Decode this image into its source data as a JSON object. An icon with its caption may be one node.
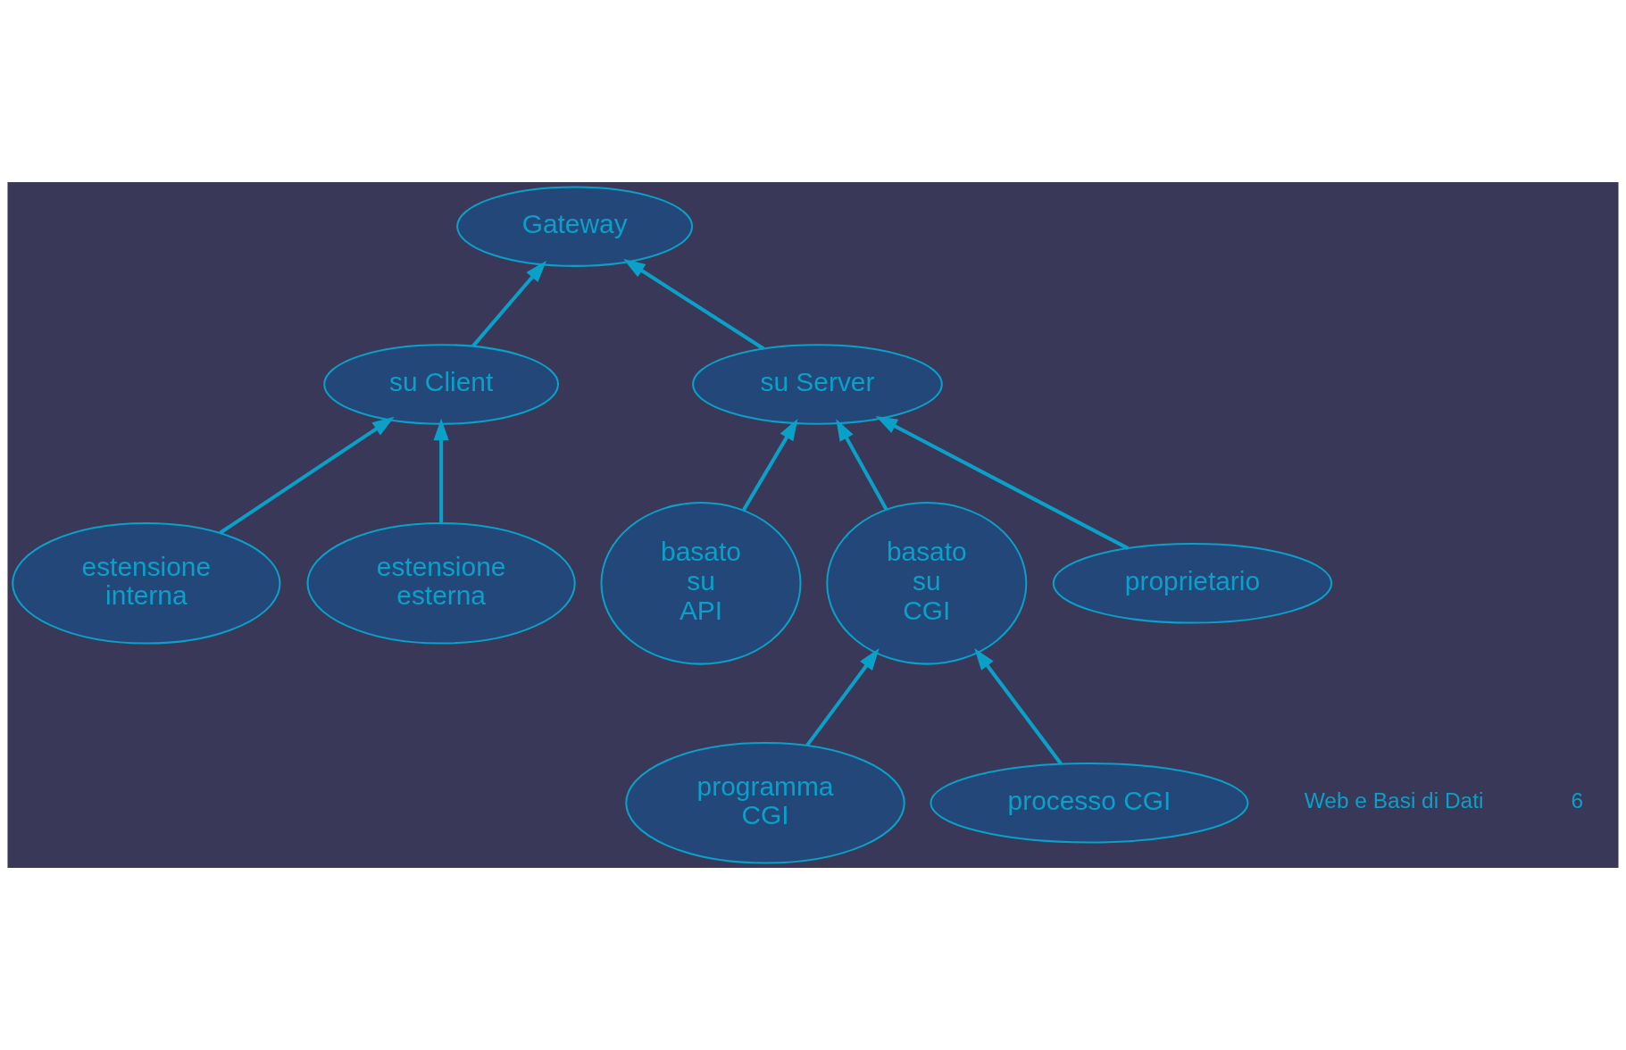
{
  "diagram": {
    "nodes": [
      {
        "text": [
          "Gateway"
        ]
      },
      {
        "text": [
          "su Client"
        ]
      },
      {
        "text": [
          "su Server"
        ]
      },
      {
        "text": [
          "basato su API"
        ]
      },
      {
        "text": [
          "basato su CGI"
        ]
      },
      {
        "text": [
          "proprietario"
        ]
      },
      {
        "text": [
          "estensione interna"
        ]
      },
      {
        "text": [
          "estensione esterna"
        ]
      },
      {
        "text": [
          "programma CGI"
        ]
      },
      {
        "text": [
          "processo CGI"
        ]
      }
    ],
    "edges": [
      {
        "from": 1,
        "to": 0,
        "arrow": "to"
      },
      {
        "from": 2,
        "to": 0,
        "arrow": "to"
      },
      {
        "from": 6,
        "to": 1,
        "arrow": "to"
      },
      {
        "from": 7,
        "to": 1,
        "arrow": "to"
      },
      {
        "from": 3,
        "to": 2,
        "arrow": "to"
      },
      {
        "from": 4,
        "to": 2,
        "arrow": "to"
      },
      {
        "from": 5,
        "to": 2,
        "arrow": "to"
      },
      {
        "from": 8,
        "to": 4,
        "arrow": "to"
      },
      {
        "from": 9,
        "to": 4,
        "arrow": "to"
      }
    ],
    "labels": [
      "Web e Basi di Dati",
      "6"
    ]
  }
}
